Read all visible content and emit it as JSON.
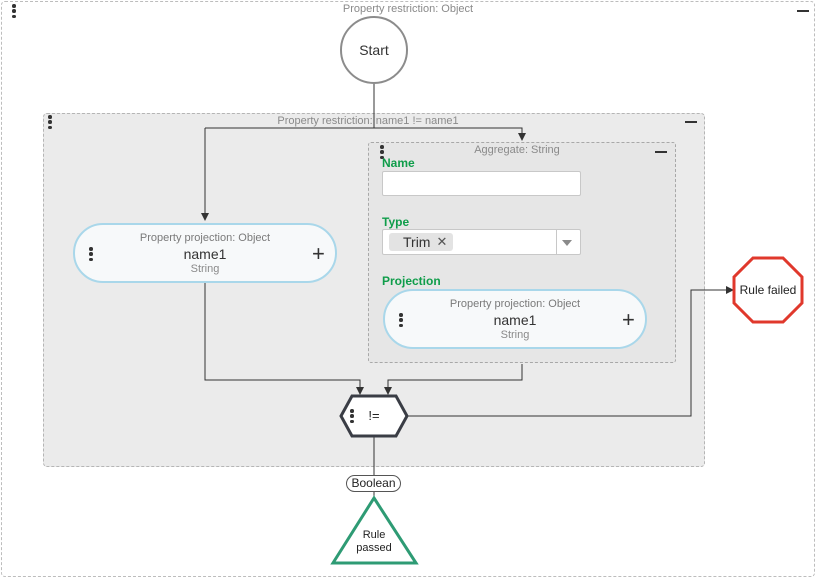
{
  "outer_group": {
    "title": "Property restriction: Object"
  },
  "start_node": {
    "label": "Start"
  },
  "restriction_group": {
    "title": "Property restriction: name1 != name1"
  },
  "aggregate": {
    "title": "Aggregate: String",
    "name_label": "Name",
    "name_value": "",
    "type_label": "Type",
    "type_selected": "Trim",
    "type_clear_symbol": "✕",
    "projection_label": "Projection"
  },
  "left_projection": {
    "title": "Property projection: Object",
    "name": "name1",
    "type": "String"
  },
  "inner_projection": {
    "title": "Property projection: Object",
    "name": "name1",
    "type": "String"
  },
  "operator_node": {
    "label": "!="
  },
  "rule_failed": {
    "label": "Rule failed"
  },
  "boolean_label": "Boolean",
  "rule_passed": {
    "line1": "Rule",
    "line2": "passed"
  },
  "colors": {
    "group_field_label": "#0f9d4a",
    "projection_border": "#a9d7ea",
    "rule_failed_stroke": "#e0382c",
    "rule_passed_stroke": "#2e9b74",
    "operator_stroke": "#3a3d45",
    "start_stroke": "#8c8c8c"
  },
  "icons": [
    "kebab-menu-icon",
    "collapse-minus-icon",
    "add-plus-icon",
    "clear-x-icon",
    "dropdown-caret-icon"
  ]
}
